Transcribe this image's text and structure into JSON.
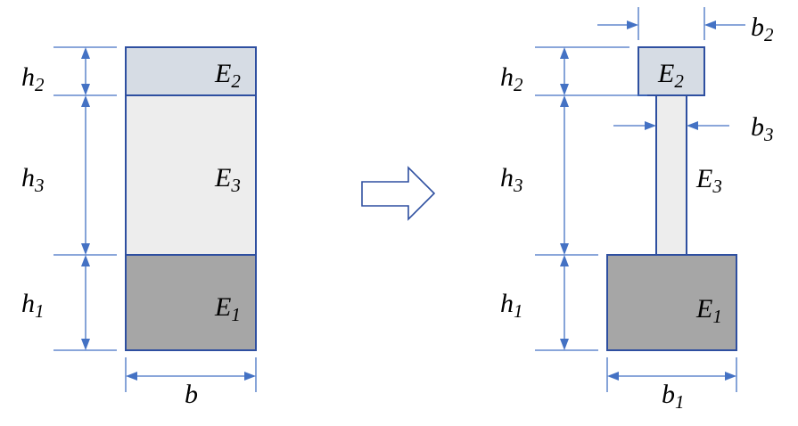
{
  "colors": {
    "dimension_line": "#4472C4",
    "outline": "#2E4FA0",
    "layer_E1": "#A6A6A6",
    "layer_E2": "#D6DCE4",
    "layer_E3": "#EDEDED"
  },
  "left": {
    "h2": {
      "base": "h",
      "sub": "2"
    },
    "h3": {
      "base": "h",
      "sub": "3"
    },
    "h1": {
      "base": "h",
      "sub": "1"
    },
    "E2": {
      "base": "E",
      "sub": "2"
    },
    "E3": {
      "base": "E",
      "sub": "3"
    },
    "E1": {
      "base": "E",
      "sub": "1"
    },
    "b": {
      "base": "b"
    }
  },
  "right": {
    "h2": {
      "base": "h",
      "sub": "2"
    },
    "h3": {
      "base": "h",
      "sub": "3"
    },
    "h1": {
      "base": "h",
      "sub": "1"
    },
    "E2": {
      "base": "E",
      "sub": "2"
    },
    "E3": {
      "base": "E",
      "sub": "3"
    },
    "E1": {
      "base": "E",
      "sub": "1"
    },
    "b1": {
      "base": "b",
      "sub": "1"
    },
    "b2": {
      "base": "b",
      "sub": "2"
    },
    "b3": {
      "base": "b",
      "sub": "3"
    }
  },
  "transform_arrow_icon": "right-arrow-outline"
}
